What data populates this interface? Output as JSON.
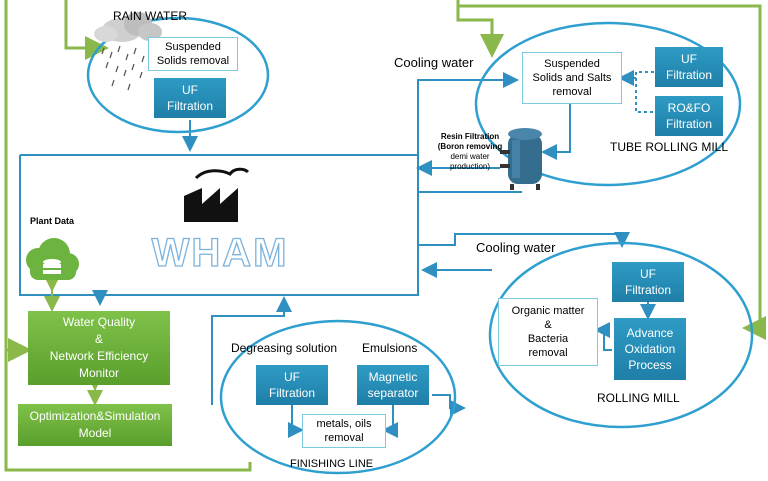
{
  "rain": {
    "title": "RAIN WATER",
    "ss_line1": "Suspended",
    "ss_line2": "Solids removal",
    "uf_line1": "UF",
    "uf_line2": "Filtration"
  },
  "tube": {
    "cooling": "Cooling water",
    "ss_line1": "Suspended",
    "ss_line2": "Solids and Salts",
    "ss_line3": "removal",
    "uf_line1": "UF",
    "uf_line2": "Filtration",
    "ro_line1": "RO&FO",
    "ro_line2": "Filtration",
    "label": "TUBE ROLLING MILL",
    "resin_line1": "Resin Filtration",
    "resin_line2": "(Boron removing",
    "resin_line3": "demi water",
    "resin_line4": "production)"
  },
  "center": {
    "brand": "WHAM"
  },
  "plant": {
    "label": "Plant Data"
  },
  "monitor": {
    "line1": "Water Quality",
    "line2": "&",
    "line3": "Network Efficiency",
    "line4": "Monitor"
  },
  "optim": {
    "line1": "Optimization&Simulation",
    "line2": "Model"
  },
  "finishing": {
    "degreasing": "Degreasing solution",
    "emulsions": "Emulsions",
    "uf_line1": "UF",
    "uf_line2": "Filtration",
    "mag_line1": "Magnetic",
    "mag_line2": "separator",
    "metals_line1": "metals, oils",
    "metals_line2": "removal",
    "label": "FINISHING LINE"
  },
  "rolling": {
    "cooling": "Cooling water",
    "organic_line1": "Organic matter",
    "organic_line2": "&",
    "organic_line3": "Bacteria",
    "organic_line4": "removal",
    "uf_line1": "UF",
    "uf_line2": "Filtration",
    "aop_line1": "Advance",
    "aop_line2": "Oxidation",
    "aop_line3": "Process",
    "label": "ROLLING MILL"
  },
  "colors": {
    "blue_line": "#2e8fc0",
    "green_line": "#8ab84a",
    "teal_box": "#2a8fbc",
    "green_box": "#6cb33f",
    "ellipse": "#2e9fcf"
  }
}
